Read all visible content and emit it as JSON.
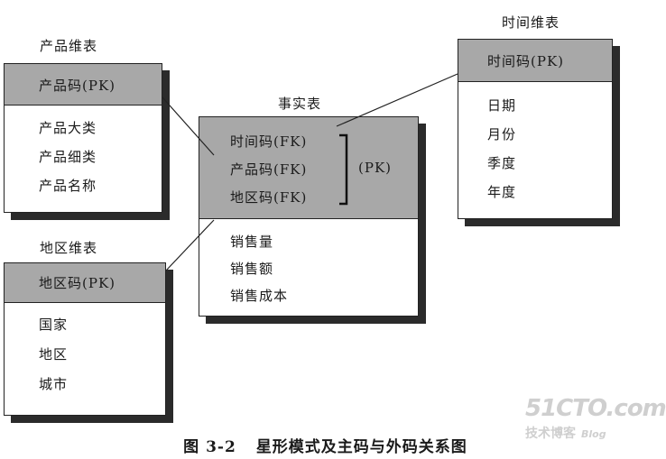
{
  "product_table": {
    "title": "产品维表",
    "key": "产品码(PK)",
    "fields": [
      "产品大类",
      "产品细类",
      "产品名称"
    ]
  },
  "region_table": {
    "title": "地区维表",
    "key": "地区码(PK)",
    "fields": [
      "国家",
      "地区",
      "城市"
    ]
  },
  "fact_table": {
    "title": "事实表",
    "keys": [
      "时间码(FK)",
      "产品码(FK)",
      "地区码(FK)"
    ],
    "composite_key": "(PK)",
    "fields": [
      "销售量",
      "销售额",
      "销售成本"
    ]
  },
  "time_table": {
    "title": "时间维表",
    "key": "时间码(PK)",
    "fields": [
      "日期",
      "月份",
      "季度",
      "年度"
    ]
  },
  "caption": {
    "number": "图 3-2",
    "text": "星形模式及主码与外码关系图"
  },
  "watermark": {
    "main": "51CTO.com",
    "sub": "技术博客",
    "blog": "Blog"
  }
}
